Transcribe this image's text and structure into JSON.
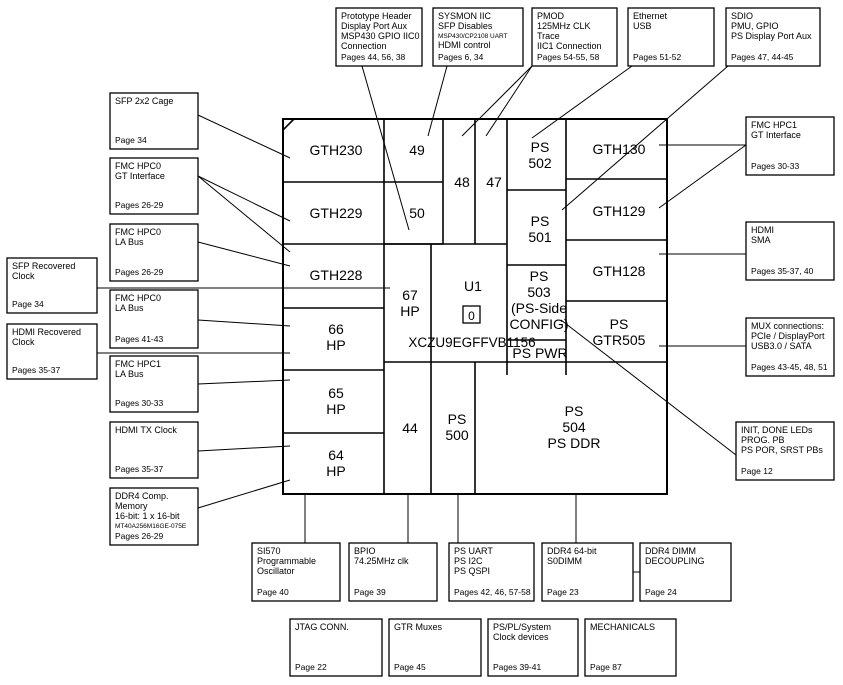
{
  "chip": {
    "designator": "U1",
    "pin": "0",
    "part_number": "XCZU9EGFFVB1156"
  },
  "banks": {
    "gth230": [
      "GTH230"
    ],
    "gth229": [
      "GTH229"
    ],
    "gth228": [
      "GTH228"
    ],
    "hp66": [
      "66",
      "HP"
    ],
    "hp65": [
      "65",
      "HP"
    ],
    "hp64": [
      "64",
      "HP"
    ],
    "b49": [
      "49"
    ],
    "b50": [
      "50"
    ],
    "b48": [
      "48"
    ],
    "b47": [
      "47"
    ],
    "hp67": [
      "67",
      "HP"
    ],
    "b44": [
      "44"
    ],
    "ps500": [
      "PS",
      "500"
    ],
    "ps502": [
      "PS",
      "502"
    ],
    "ps501": [
      "PS",
      "501"
    ],
    "ps503": [
      "PS",
      "503",
      "(PS-Side",
      "CONFIG)"
    ],
    "pspwr": [
      "PS PWR"
    ],
    "gth130": [
      "GTH130"
    ],
    "gth129": [
      "GTH129"
    ],
    "gth128": [
      "GTH128"
    ],
    "gtr505": [
      "PS",
      "GTR505"
    ],
    "ps504": [
      "PS",
      "504",
      "PS DDR"
    ]
  },
  "notes": {
    "sfp_cage": {
      "lines": [
        "SFP 2x2 Cage"
      ],
      "pages": "Page 34"
    },
    "fmc_hpc0_gt": {
      "lines": [
        "FMC HPC0",
        "GT Interface"
      ],
      "pages": "Pages 26-29"
    },
    "fmc_hpc0_la_a": {
      "lines": [
        "FMC HPC0",
        "LA Bus"
      ],
      "pages": "Pages 26-29"
    },
    "sfp_recovered": {
      "lines": [
        "SFP Recovered",
        "Clock"
      ],
      "pages": "Page 34"
    },
    "fmc_hpc0_la_b": {
      "lines": [
        "FMC HPC0",
        "LA Bus"
      ],
      "pages": "Pages 41-43"
    },
    "hdmi_recovered": {
      "lines": [
        "HDMI Recovered",
        "Clock"
      ],
      "pages": "Pages 35-37"
    },
    "fmc_hpc1_la": {
      "lines": [
        "FMC HPC1",
        "LA Bus"
      ],
      "pages": "Pages 30-33"
    },
    "hdmi_tx_clock": {
      "lines": [
        "HDMI TX Clock"
      ],
      "pages": "Pages 35-37"
    },
    "ddr4_comp": {
      "lines": [
        "DDR4 Comp.",
        "Memory",
        "16-bit: 1 x 16-bit"
      ],
      "small": "MT40A256M16GE-075E",
      "pages": "Pages 26-29"
    },
    "prototype_header": {
      "lines": [
        "Prototype Header",
        "Display Port Aux",
        "MSP430 GPIO IIC0",
        "Connection"
      ],
      "pages": "Pages 44, 56, 38"
    },
    "sysmon": {
      "lines": [
        "SYSMON IIC",
        "SFP Disables"
      ],
      "small": "MSP430/CP2108 UART",
      "lines2": [
        "HDMI control"
      ],
      "pages": "Pages 6, 34"
    },
    "pmod": {
      "lines": [
        "PMOD",
        "125MHz CLK",
        "Trace",
        "IIC1 Connection"
      ],
      "pages": "Pages 54-55, 58"
    },
    "ethernet": {
      "lines": [
        "Ethernet",
        "USB"
      ],
      "pages": "Pages 51-52"
    },
    "sdio": {
      "lines": [
        "SDIO",
        "PMU, GPIO",
        "PS Display Port Aux"
      ],
      "pages": "Pages 47, 44-45"
    },
    "fmc_hpc1_gt": {
      "lines": [
        "FMC HPC1",
        "GT Interface"
      ],
      "pages": "Pages 30-33"
    },
    "hdmi_sma": {
      "lines": [
        "HDMI",
        "SMA"
      ],
      "pages": "Pages 35-37, 40"
    },
    "mux": {
      "lines": [
        "MUX connections:",
        "PCIe / DisplayPort",
        "USB3.0 / SATA"
      ],
      "pages": "Pages 43-45, 48, 51"
    },
    "init_done": {
      "lines": [
        "INIT, DONE LEDs",
        "PROG. PB",
        "PS POR, SRST PBs"
      ],
      "pages": "Page 12"
    },
    "si570": {
      "lines": [
        "SI570",
        "Programmable",
        "Oscillator"
      ],
      "pages": "Page 40"
    },
    "bpio": {
      "lines": [
        "BPIO",
        "74.25MHz clk"
      ],
      "pages": "Page 39"
    },
    "ps_uart": {
      "lines": [
        "PS UART",
        "PS I2C",
        "PS QSPI"
      ],
      "pages": "Pages 42, 46, 57-58"
    },
    "ddr4_sodimm": {
      "lines": [
        "DDR4 64-bit",
        "S0DIMM"
      ],
      "pages": "Page 23"
    },
    "ddr4_dimm_dec": {
      "lines": [
        "DDR4 DIMM",
        "DECOUPLING"
      ],
      "pages": "Page 24"
    },
    "jtag": {
      "lines": [
        "JTAG CONN."
      ],
      "pages": "Page 22"
    },
    "gtr_muxes": {
      "lines": [
        "GTR Muxes"
      ],
      "pages": "Page 45"
    },
    "clock_devices": {
      "lines": [
        "PS/PL/System",
        "Clock devices"
      ],
      "pages": "Pages 39-41"
    },
    "mechanicals": {
      "lines": [
        "MECHANICALS"
      ],
      "pages": "Page 87"
    }
  }
}
